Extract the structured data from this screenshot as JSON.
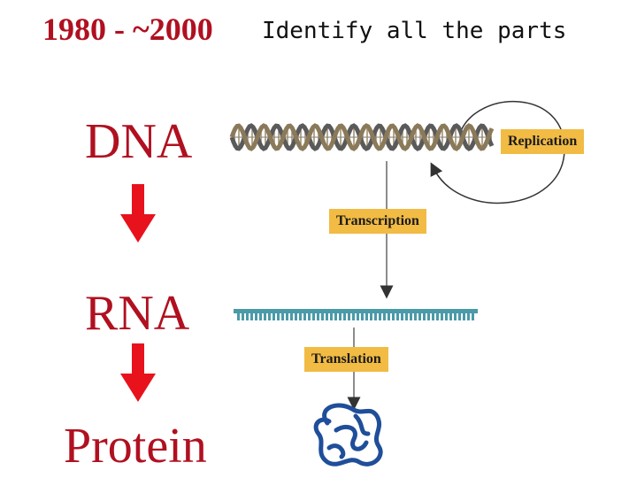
{
  "header": {
    "years": "1980 - ~2000",
    "subtitle": "Identify all the parts"
  },
  "dogma": {
    "dna": "DNA",
    "rna": "RNA",
    "protein": "Protein"
  },
  "labels": {
    "replication": "Replication",
    "transcription": "Transcription",
    "translation": "Translation"
  },
  "colors": {
    "title_red": "#b01020",
    "arrow_red": "#e8121c",
    "label_fill": "#f2bb44",
    "rna_teal": "#4a9aa8",
    "protein_blue": "#1f4e9a"
  }
}
